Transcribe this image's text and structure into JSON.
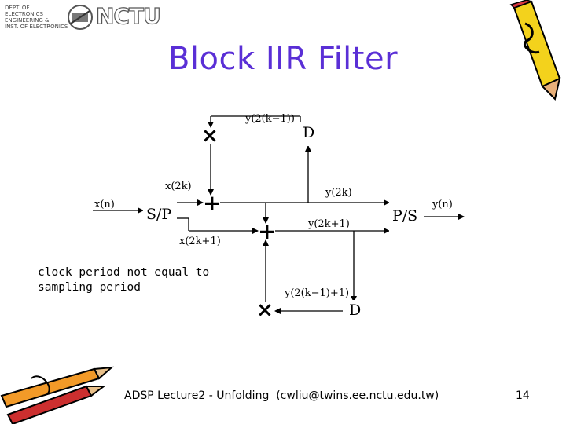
{
  "header": {
    "logo_lines": [
      "DEPT. OF ELECTRONICS",
      "ENGINEERING &",
      "INST. OF ELECTRONICS"
    ],
    "logo_brand": "NCTU"
  },
  "title": "Block IIR Filter",
  "diagram": {
    "signals": {
      "x_n": "x(n)",
      "x_2k": "x(2k)",
      "x_2k1": "x(2k+1)",
      "y_2k_1": "y(2(k−1))",
      "y_2k": "y(2k)",
      "y_2k1": "y(2k+1)",
      "y_2k_1_1": "y(2(k−1)+1)",
      "y_n": "y(n)"
    },
    "blocks": {
      "sp": "S/P",
      "ps": "P/S",
      "delay_top": "D",
      "delay_bottom": "D"
    },
    "operators": {
      "multiply": "×",
      "add": "+"
    }
  },
  "note": "clock period not equal to sampling period",
  "footer": {
    "text": "ADSP Lecture2 - Unfolding  (cwliu@twins.ee.nctu.edu.tw)",
    "page": "14"
  },
  "colors": {
    "title": "#5a2fd6"
  }
}
